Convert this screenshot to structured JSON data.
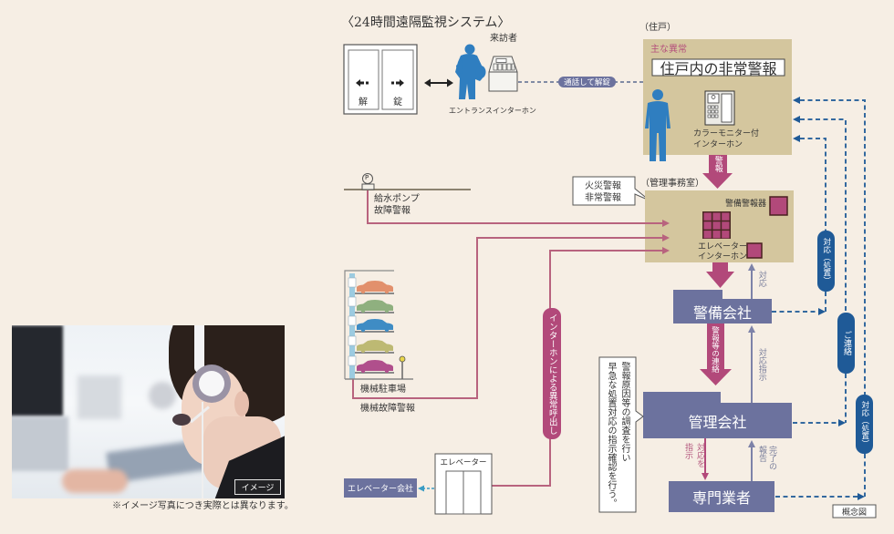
{
  "title": "〈24時間遠隔監視システム〉",
  "colors": {
    "background": "#f6eee4",
    "room_box": "#d4c69e",
    "alarm_pink": "#b2497a",
    "signal_line_pink": "#b8637e",
    "company_box_slate": "#6c729e",
    "response_blue": "#1f5a97",
    "figure_blue": "#2f7ec0",
    "gray_arrow": "#7d82a8",
    "elevator_dash_teal": "#3a9cc4"
  },
  "entrance": {
    "door_left_label": "解",
    "door_right_label": "錠",
    "visitor_label": "来訪者",
    "intercom_label": "エントランスインターホン",
    "call_unlock_pill": "通話して解錠"
  },
  "dwelling": {
    "heading": "（住戸）",
    "main_anomaly_label": "主な異常",
    "emergency_alarm": "住戸内の非常警報",
    "intercom_label": "カラーモニター付\nインターホン",
    "alarm_arrow_label": "警報"
  },
  "management_office": {
    "heading": "（管理事務室）",
    "callout": "火災警報\n非常警報",
    "security_alarm_label": "警備警報器",
    "elevator_intercom_label": "エレベーター\nインターホン"
  },
  "water_pump": {
    "symbol": "P",
    "label": "給水ポンプ\n故障警報"
  },
  "parking": {
    "label": "機械駐車場",
    "alarm_label": "機械故障警報",
    "car_colors": [
      "#e2906c",
      "#8fb07f",
      "#3f8cc4",
      "#bdb973",
      "#b04f8c"
    ]
  },
  "intercom_call_pill": "インターホンによる異常呼出し",
  "elevator": {
    "label": "エレベーター",
    "company": "エレベーター会社"
  },
  "security_company": {
    "label": "警備会社",
    "response_label": "対応",
    "contact_arrow_label": "警報等の連絡",
    "instruction_label": "対応指示"
  },
  "management_company": {
    "label": "管理会社",
    "callout": "警報原因等の調査を行い\n早急な処置対応の指示確認を行う。"
  },
  "contractor": {
    "label": "専門業者",
    "instruct_label": "対応を\n指示",
    "report_label": "完了の\n報告"
  },
  "response_pills": [
    "対応（処置）",
    "ご連絡",
    "対応（処置）"
  ],
  "concept_label": "概念図",
  "photo": {
    "badge": "イメージ",
    "caption": "※イメージ写真につき実際とは異なります。"
  }
}
